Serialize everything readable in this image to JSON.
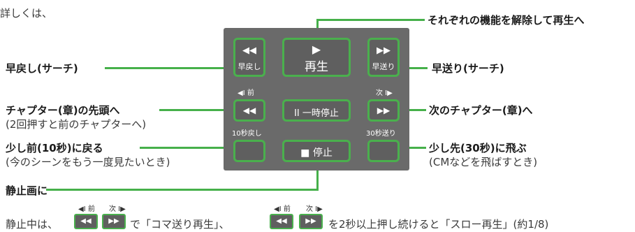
{
  "intro": "詳しくは、",
  "labels": {
    "release": "それぞれの機能を解除して再生へ",
    "rewind": "早戻し(サーチ)",
    "forward": "早送り(サーチ)",
    "prev_chapter": "チャプター(章)の先頭へ",
    "prev_chapter_sub": "(2回押すと前のチャプターへ)",
    "next_chapter": "次のチャプター(章)へ",
    "back10": "少し前(10秒)に戻る",
    "back10_sub": "(今のシーンをもう一度見たいとき)",
    "skip30": "少し先(30秒)に飛ぶ",
    "skip30_sub": "(CMなどを飛ばすとき)",
    "still": "静止画に"
  },
  "buttons": {
    "rewind": {
      "icon": "◀◀",
      "label": "早戻し"
    },
    "play": {
      "icon": "▶",
      "label": "再生"
    },
    "forward": {
      "icon": "▶▶",
      "label": "早送り"
    },
    "prev": {
      "icon": "◀◀",
      "label": "◀I 前"
    },
    "pause": {
      "label": "II 一時停止"
    },
    "next": {
      "icon": "▶▶",
      "label": "次 I▶"
    },
    "back10": {
      "label": "10秒戻し"
    },
    "stop": {
      "label": "■ 停止"
    },
    "skip30": {
      "label": "30秒送り"
    }
  },
  "footer": {
    "prefix": "静止中は、",
    "middle": "で「コマ送り再生」、",
    "suffix": "を2秒以上押し続けると「スロー再生」(約1/8)",
    "mini_prev": "◀I 前",
    "mini_next": "次 I▶"
  }
}
